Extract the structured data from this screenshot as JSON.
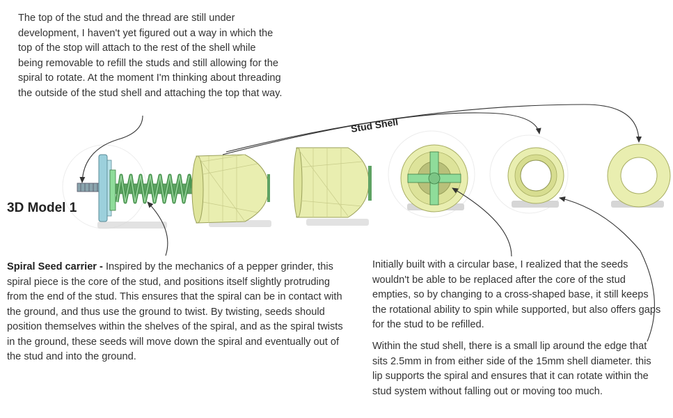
{
  "notes": {
    "top": "The top of the stud and the thread are still under development, I haven't yet figured out a way in which the top of the stop will attach to the rest of the shell while being removable to refill the studs and still allowing for the spiral to rotate. At the moment I'm thinking about threading the outside of the stud shell and attaching the top that way.",
    "spiral_title": "Spiral Seed carrier - ",
    "spiral_body": "Inspired by the mechanics of a pepper grinder, this spiral piece is the core of the stud, and positions itself slightly protruding from the end of the stud. This ensures that the spiral can be in contact with the ground, and thus use the ground to twist. By twisting, seeds should position themselves within the shelves of the spiral, and as the spiral twists in the ground, these seeds will move down the spiral and eventually out of the stud and into the ground.",
    "base": "Initially built with a circular base, I realized that the seeds wouldn't be able to be replaced after the core of the stud empties, so by changing to a cross-shaped base, it still keeps the rotational ability to spin while supported, but also offers gaps for the stud to be refilled.",
    "lip": "Within the stud shell, there is a small lip around the edge that sits 2.5mm in from either side of the 15mm shell diameter. this lip supports the spiral and ensures that it can rotate within the stud system without falling out or moving too much."
  },
  "model_title": "3D Model 1",
  "stud_shell_label": "Stud Shell",
  "colors": {
    "shell": "#e9eeb0",
    "shell_dark": "#c9d07a",
    "spiral": "#6fb772",
    "cross": "#8fdc9a",
    "cap": "#9cd0dc",
    "line": "#333333"
  }
}
